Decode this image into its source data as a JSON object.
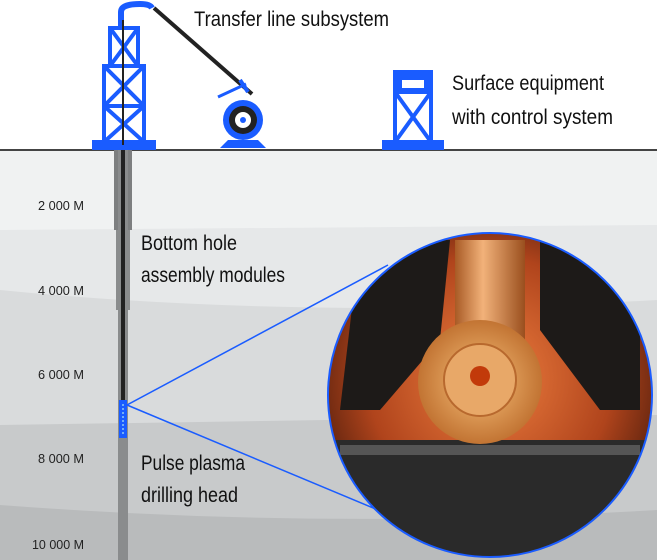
{
  "labels": {
    "transfer_line": "Transfer line subsystem",
    "surface_line1": "Surface equipment",
    "surface_line2": "with control system",
    "bha_line1": "Bottom hole",
    "bha_line2": "assembly modules",
    "head_line1": "Pulse plasma",
    "head_line2": "drilling head"
  },
  "depths": [
    "2 000 M",
    "4 000 M",
    "6 000 M",
    "8 000 M",
    "10 000 M"
  ],
  "colors": {
    "accent": "#1a5cff",
    "ground_line": "#444444",
    "copper": "#d98a4a"
  }
}
